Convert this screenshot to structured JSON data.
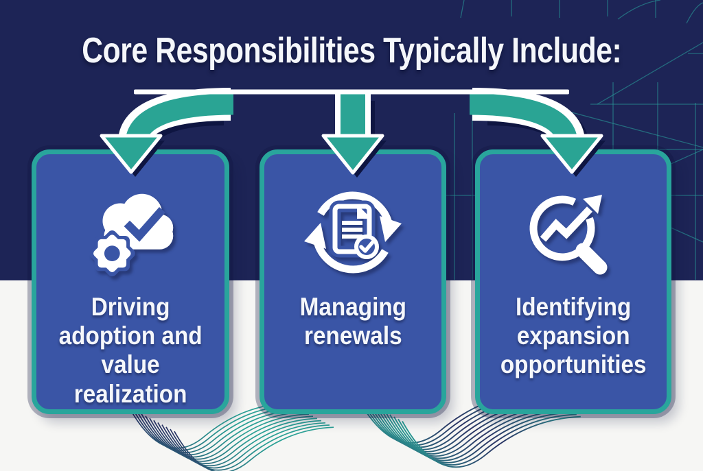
{
  "title": "Core Responsibilities Typically Include:",
  "cards": [
    {
      "label": "Driving\nadoption and\nvalue\nrealization",
      "icon": "cloud-gear-check"
    },
    {
      "label": "Managing\nrenewals",
      "icon": "document-renewal-cycle"
    },
    {
      "label": "Identifying\nexpansion\nopportunities",
      "icon": "magnifier-growth-arrow"
    }
  ],
  "colors": {
    "navy": "#1d2456",
    "navy_deep": "#0e1541",
    "card_blue": "#3a55a6",
    "teal_border": "#29a59c",
    "teal_arrow": "#2aa494",
    "grid_line": "#2aa6a0",
    "bg_bottom": "#f6f6f4",
    "text_white": "#f5f7fb",
    "wave_navy": "#2b3565",
    "wave_teal": "#2aa095"
  }
}
